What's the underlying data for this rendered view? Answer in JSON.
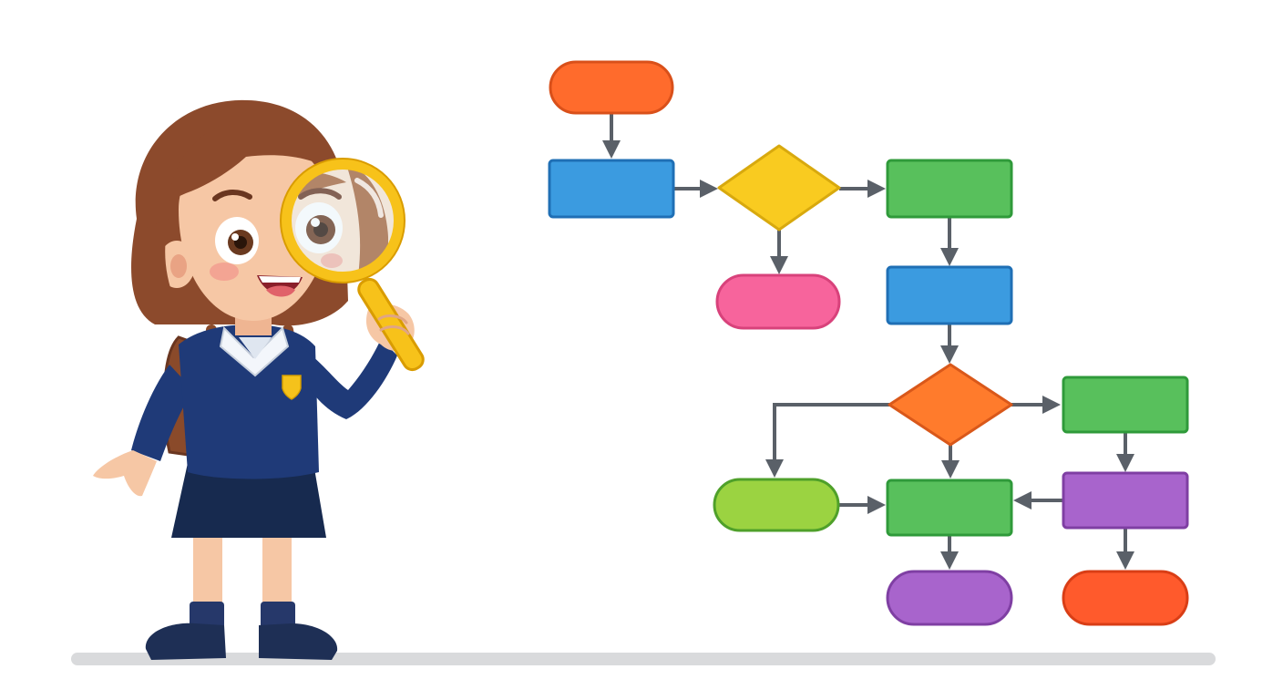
{
  "illustration": {
    "character": "girl-with-magnifying-glass",
    "background_color": "#ffffff",
    "ground_color": "#d9dadc"
  },
  "flowchart": {
    "arrow_color": "#5a6068",
    "nodes": [
      {
        "id": "start",
        "shape": "terminal",
        "fill": "#ff6b2c",
        "stroke": "#d9501a"
      },
      {
        "id": "process-1",
        "shape": "process",
        "fill": "#3b9be0",
        "stroke": "#1f6fb5"
      },
      {
        "id": "decision-1",
        "shape": "decision",
        "fill": "#f9cb20",
        "stroke": "#d8a90e"
      },
      {
        "id": "process-2",
        "shape": "process",
        "fill": "#58c05c",
        "stroke": "#2f9a3a"
      },
      {
        "id": "end-pink",
        "shape": "terminal",
        "fill": "#f7649c",
        "stroke": "#d8427b"
      },
      {
        "id": "process-3",
        "shape": "process",
        "fill": "#3b9be0",
        "stroke": "#1f6fb5"
      },
      {
        "id": "decision-2",
        "shape": "decision",
        "fill": "#ff7b2c",
        "stroke": "#d9581a"
      },
      {
        "id": "process-4",
        "shape": "process",
        "fill": "#58c05c",
        "stroke": "#2f9a3a"
      },
      {
        "id": "terminal-lime",
        "shape": "terminal",
        "fill": "#9bd341",
        "stroke": "#4fa02a"
      },
      {
        "id": "process-5",
        "shape": "process",
        "fill": "#58c05c",
        "stroke": "#2f9a3a"
      },
      {
        "id": "process-6",
        "shape": "process",
        "fill": "#a864cc",
        "stroke": "#7f3fa3"
      },
      {
        "id": "end-purple",
        "shape": "terminal",
        "fill": "#a864cc",
        "stroke": "#7f3fa3"
      },
      {
        "id": "end-orange",
        "shape": "terminal",
        "fill": "#ff5a2c",
        "stroke": "#d93e16"
      }
    ],
    "edges": [
      {
        "from": "start",
        "to": "process-1"
      },
      {
        "from": "process-1",
        "to": "decision-1"
      },
      {
        "from": "decision-1",
        "to": "process-2"
      },
      {
        "from": "decision-1",
        "to": "end-pink"
      },
      {
        "from": "process-2",
        "to": "process-3"
      },
      {
        "from": "process-3",
        "to": "decision-2"
      },
      {
        "from": "decision-2",
        "to": "process-4"
      },
      {
        "from": "decision-2",
        "to": "terminal-lime"
      },
      {
        "from": "decision-2",
        "to": "process-5"
      },
      {
        "from": "terminal-lime",
        "to": "process-5"
      },
      {
        "from": "process-4",
        "to": "process-6"
      },
      {
        "from": "process-6",
        "to": "process-5"
      },
      {
        "from": "process-5",
        "to": "end-purple"
      },
      {
        "from": "process-6",
        "to": "end-orange"
      }
    ]
  }
}
